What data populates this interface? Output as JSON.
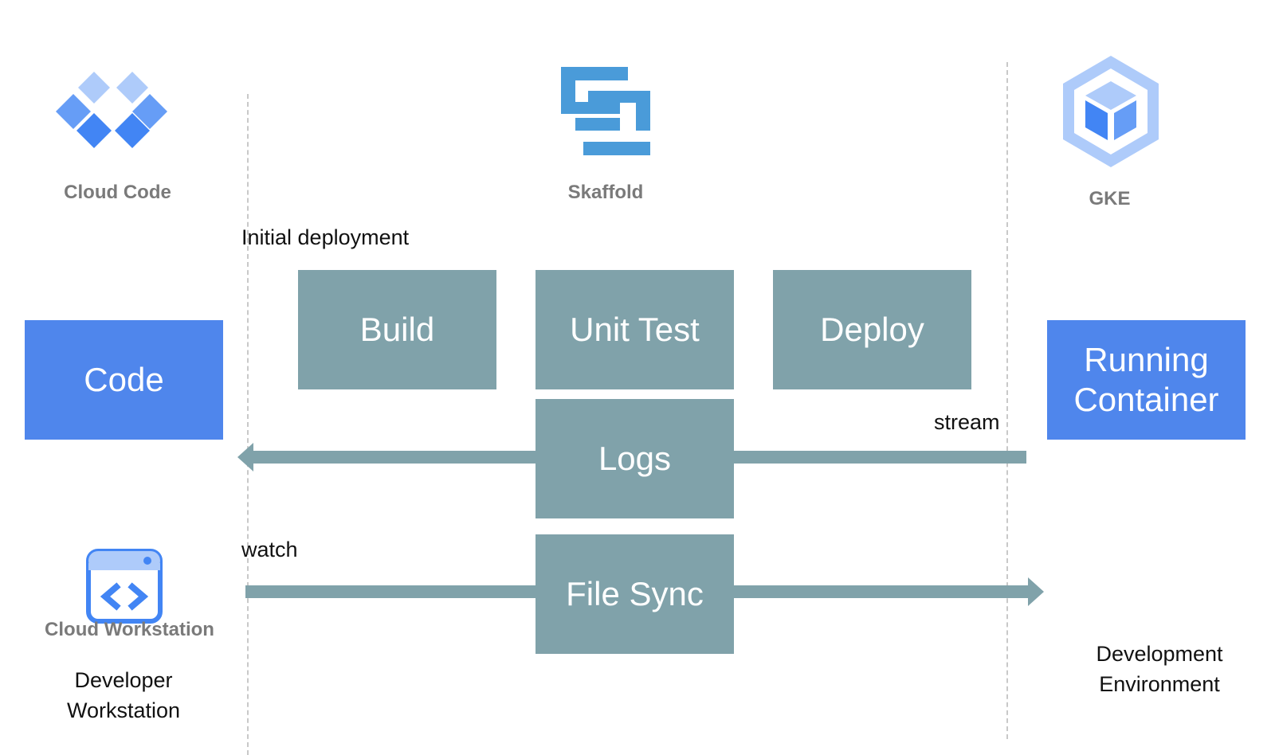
{
  "colors": {
    "blue_box": "#4f86ec",
    "teal_box": "#80a2aa",
    "arrow": "#80a2aa",
    "caption_gray": "#7a7a7a",
    "dashed_line": "#c9c9c9"
  },
  "icons": {
    "cloud_code": "cloud-code-logo",
    "skaffold": "skaffold-logo",
    "gke": "gke-logo",
    "cloud_workstation": "cloud-workstation-logo"
  },
  "logos": {
    "cloud_code": "Cloud Code",
    "skaffold": "Skaffold",
    "gke": "GKE",
    "cloud_workstation": "Cloud Workstation"
  },
  "labels": {
    "initial_deployment": "Initial deployment",
    "stream": "stream",
    "watch": "watch",
    "developer_workstation": "Developer Workstation",
    "development_environment": "Development Environment"
  },
  "boxes": {
    "code": "Code",
    "build": "Build",
    "unit_test": "Unit Test",
    "deploy": "Deploy",
    "running_container": "Running Container",
    "logs": "Logs",
    "file_sync": "File Sync"
  }
}
